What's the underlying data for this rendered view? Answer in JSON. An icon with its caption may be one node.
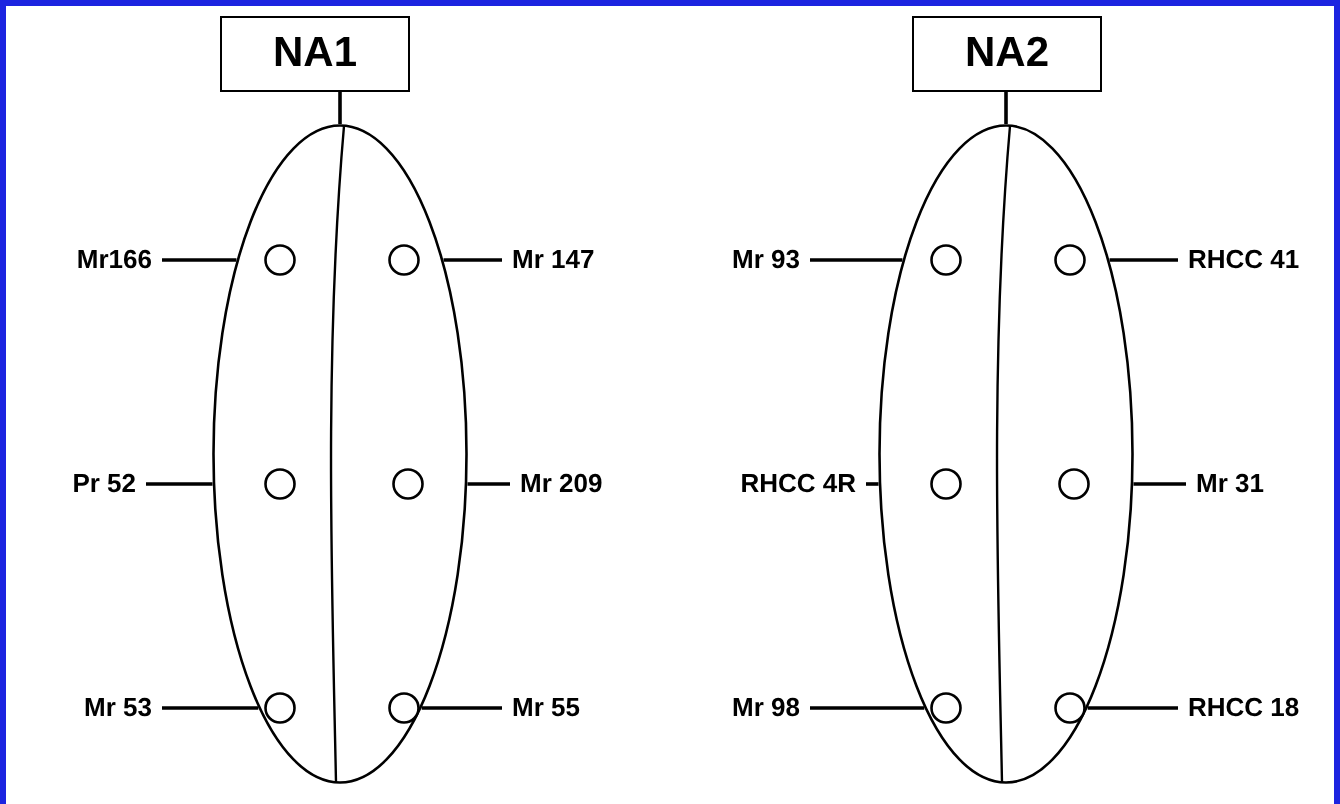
{
  "diagram": {
    "nodes": [
      {
        "text": [
          "NA1"
        ]
      },
      {
        "text": [],
        "shape": "ellipse"
      },
      {
        "text": [],
        "shape": "circle",
        "in": 1
      },
      {
        "text": [],
        "shape": "circle",
        "in": 1
      },
      {
        "text": [],
        "shape": "circle",
        "in": 1
      },
      {
        "text": [],
        "shape": "circle",
        "in": 1
      },
      {
        "text": [],
        "shape": "circle",
        "in": 1
      },
      {
        "text": [],
        "shape": "circle",
        "in": 1
      },
      {
        "text": [
          "Mr166"
        ]
      },
      {
        "text": [
          "Mr 147"
        ]
      },
      {
        "text": [
          "Pr 52"
        ]
      },
      {
        "text": [
          "Mr 209"
        ]
      },
      {
        "text": [
          "Mr 53"
        ]
      },
      {
        "text": [
          "Mr 55"
        ]
      },
      {
        "text": [
          "NA2"
        ]
      },
      {
        "text": [],
        "shape": "ellipse"
      },
      {
        "text": [],
        "shape": "circle",
        "in": 15
      },
      {
        "text": [],
        "shape": "circle",
        "in": 15
      },
      {
        "text": [],
        "shape": "circle",
        "in": 15
      },
      {
        "text": [],
        "shape": "circle",
        "in": 15
      },
      {
        "text": [],
        "shape": "circle",
        "in": 15
      },
      {
        "text": [],
        "shape": "circle",
        "in": 15
      },
      {
        "text": [
          "Mr 93"
        ]
      },
      {
        "text": [
          "RHCC 41"
        ]
      },
      {
        "text": [
          "RHCC 4R"
        ]
      },
      {
        "text": [
          "Mr 31"
        ]
      },
      {
        "text": [
          "Mr 98"
        ]
      },
      {
        "text": [
          "RHCC 18"
        ]
      }
    ],
    "edges": [
      {
        "from": 0,
        "to": 1,
        "arrow": "none"
      },
      {
        "from": 8,
        "to": 1,
        "arrow": "none"
      },
      {
        "from": 9,
        "to": 1,
        "arrow": "none"
      },
      {
        "from": 10,
        "to": 1,
        "arrow": "none"
      },
      {
        "from": 11,
        "to": 1,
        "arrow": "none"
      },
      {
        "from": 12,
        "to": 1,
        "arrow": "none"
      },
      {
        "from": 13,
        "to": 1,
        "arrow": "none"
      },
      {
        "from": 14,
        "to": 15,
        "arrow": "none"
      },
      {
        "from": 22,
        "to": 15,
        "arrow": "none"
      },
      {
        "from": 23,
        "to": 15,
        "arrow": "none"
      },
      {
        "from": 24,
        "to": 15,
        "arrow": "none"
      },
      {
        "from": 25,
        "to": 15,
        "arrow": "none"
      },
      {
        "from": 26,
        "to": 15,
        "arrow": "none"
      },
      {
        "from": 27,
        "to": 15,
        "arrow": "none"
      }
    ]
  }
}
